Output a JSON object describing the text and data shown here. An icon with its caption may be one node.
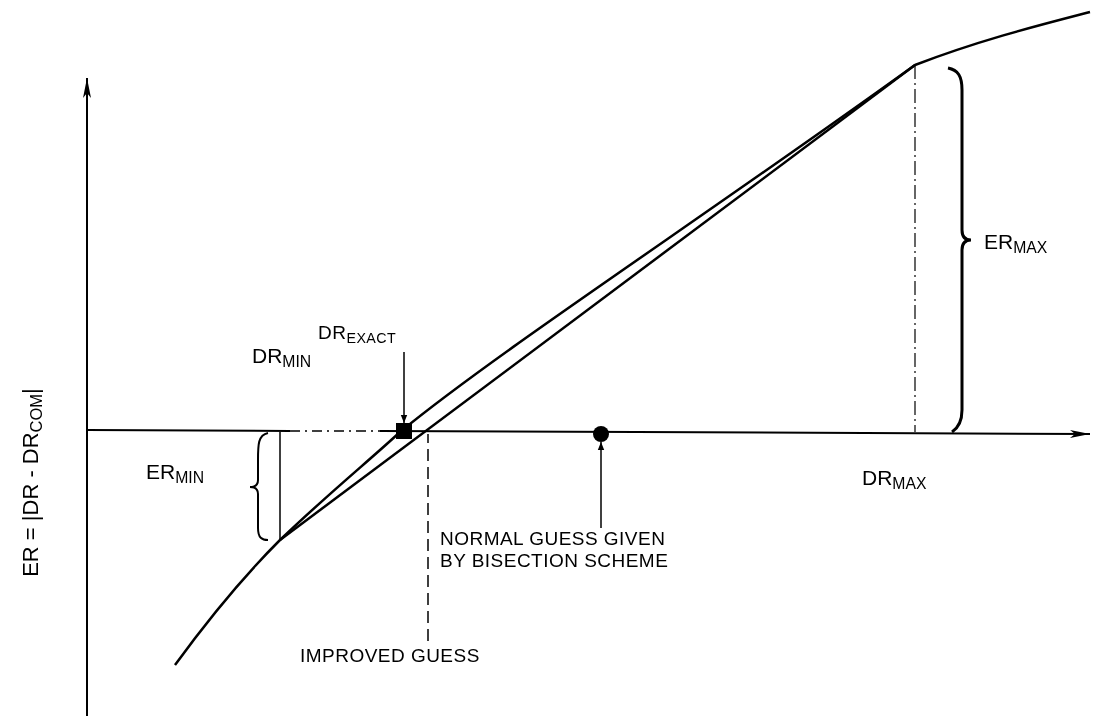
{
  "diagram": {
    "nodes": [
      {
        "text": [
          "DR$_{EXACT}$"
        ]
      },
      {
        "text": [],
        "shape": "box"
      },
      {
        "text": [
          "NORMAL GUESS GIVEN BY BISECTION SCHEME"
        ]
      },
      {
        "text": [],
        "shape": "circle"
      },
      {
        "text": [
          "IMPROVED GUESS"
        ]
      }
    ],
    "edges": [
      {
        "from": 0,
        "to": 1,
        "arrow": "to"
      },
      {
        "from": 2,
        "to": 3,
        "arrow": "to"
      },
      {
        "from": 4,
        "to": null,
        "arrow": "none",
        "style": "dashed"
      }
    ],
    "labels": [
      "ER = |DR - DR$_{COM}$|",
      "DR$_{MIN}$",
      "ER$_{MIN}$",
      "ER$_{MAX}$",
      "DR$_{MAX}$"
    ]
  }
}
